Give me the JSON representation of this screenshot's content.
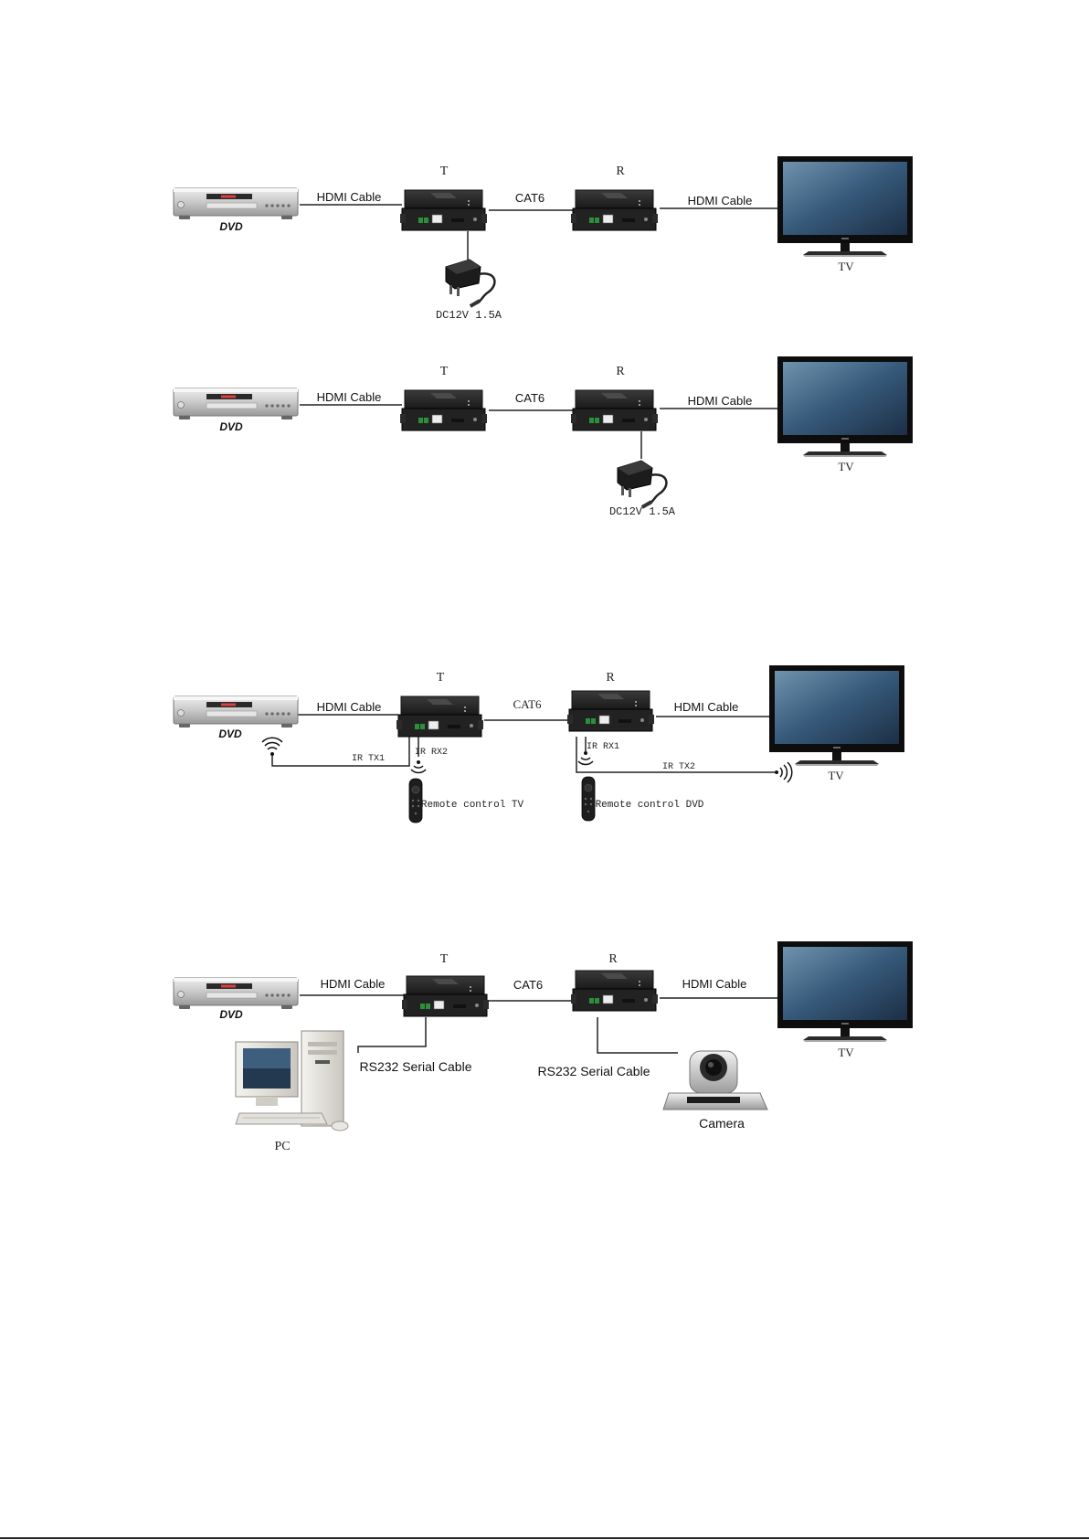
{
  "diagrams": [
    {
      "source_label": "DVD",
      "transmitter_label": "T",
      "receiver_label": "R",
      "display_label": "TV",
      "cable_in_label": "HDMI Cable",
      "link_label": "CAT6",
      "cable_out_label": "HDMI Cable",
      "power_label": "DC12V 1.5A"
    },
    {
      "source_label": "DVD",
      "transmitter_label": "T",
      "receiver_label": "R",
      "display_label": "TV",
      "cable_in_label": "HDMI Cable",
      "link_label": "CAT6",
      "cable_out_label": "HDMI Cable",
      "power_label": "DC12V 1.5A"
    },
    {
      "source_label": "DVD",
      "transmitter_label": "T",
      "receiver_label": "R",
      "display_label": "TV",
      "cable_in_label": "HDMI Cable",
      "link_label": "CAT6",
      "cable_out_label": "HDMI Cable",
      "ir_tx1_label": "IR TX1",
      "ir_rx2_label": "IR RX2",
      "ir_rx1_label": "IR RX1",
      "ir_tx2_label": "IR TX2",
      "remote_tv_label": "Remote control  TV",
      "remote_dvd_label": "Remote control  DVD"
    },
    {
      "source_label": "DVD",
      "transmitter_label": "T",
      "receiver_label": "R",
      "display_label": "TV",
      "cable_in_label": "HDMI Cable",
      "link_label": "CAT6",
      "cable_out_label": "HDMI Cable",
      "rs232_left_label": "RS232 Serial Cable",
      "rs232_right_label": "RS232 Serial Cable",
      "pc_label": "PC",
      "camera_label": "Camera"
    }
  ]
}
